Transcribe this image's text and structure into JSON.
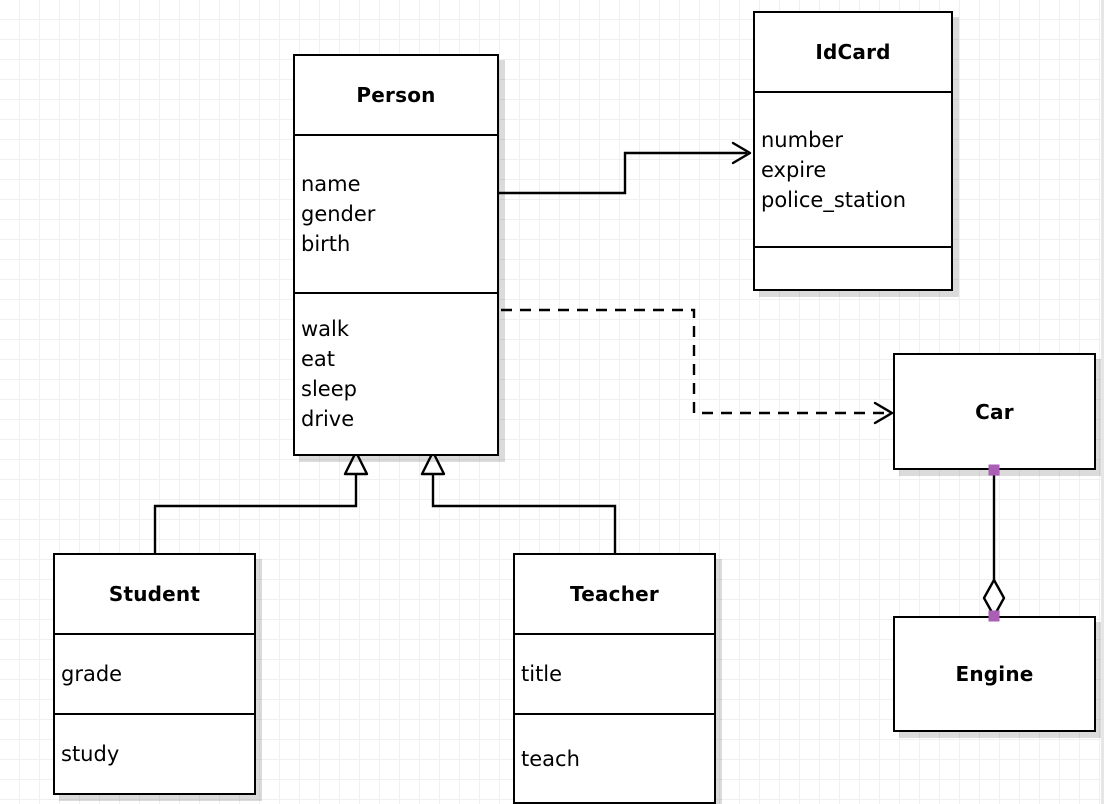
{
  "diagram": {
    "type": "uml-class-diagram",
    "background": "#ffffff",
    "grid_color": "#f0f0f0",
    "grid_size": 20,
    "stroke": "#000000",
    "selection_handle_color": "#aa5fb5"
  },
  "classes": {
    "person": {
      "name": "Person",
      "attributes": [
        "name",
        "gender",
        "birth"
      ],
      "methods": [
        "walk",
        "eat",
        "sleep",
        "drive"
      ]
    },
    "idcard": {
      "name": "IdCard",
      "attributes": [
        "number",
        "expire",
        "police_station"
      ],
      "methods": []
    },
    "student": {
      "name": "Student",
      "attributes": [
        "grade"
      ],
      "methods": [
        "study"
      ]
    },
    "teacher": {
      "name": "Teacher",
      "attributes": [
        "title"
      ],
      "methods": [
        "teach"
      ]
    },
    "car": {
      "name": "Car",
      "attributes": [],
      "methods": []
    },
    "engine": {
      "name": "Engine",
      "attributes": [],
      "methods": []
    }
  },
  "relationships": [
    {
      "id": "person-idcard",
      "kind": "association",
      "line": "solid",
      "arrow": "open",
      "from": "Person",
      "to": "IdCard"
    },
    {
      "id": "person-car",
      "kind": "dependency",
      "line": "dashed",
      "arrow": "open",
      "from": "Person",
      "to": "Car"
    },
    {
      "id": "student-person",
      "kind": "generalization",
      "line": "solid",
      "arrow": "hollow-triangle",
      "from": "Student",
      "to": "Person"
    },
    {
      "id": "teacher-person",
      "kind": "generalization",
      "line": "solid",
      "arrow": "hollow-triangle",
      "from": "Teacher",
      "to": "Person"
    },
    {
      "id": "car-engine",
      "kind": "aggregation",
      "line": "solid",
      "arrow": "hollow-diamond",
      "from": "Car",
      "to": "Engine",
      "selected": true
    }
  ]
}
